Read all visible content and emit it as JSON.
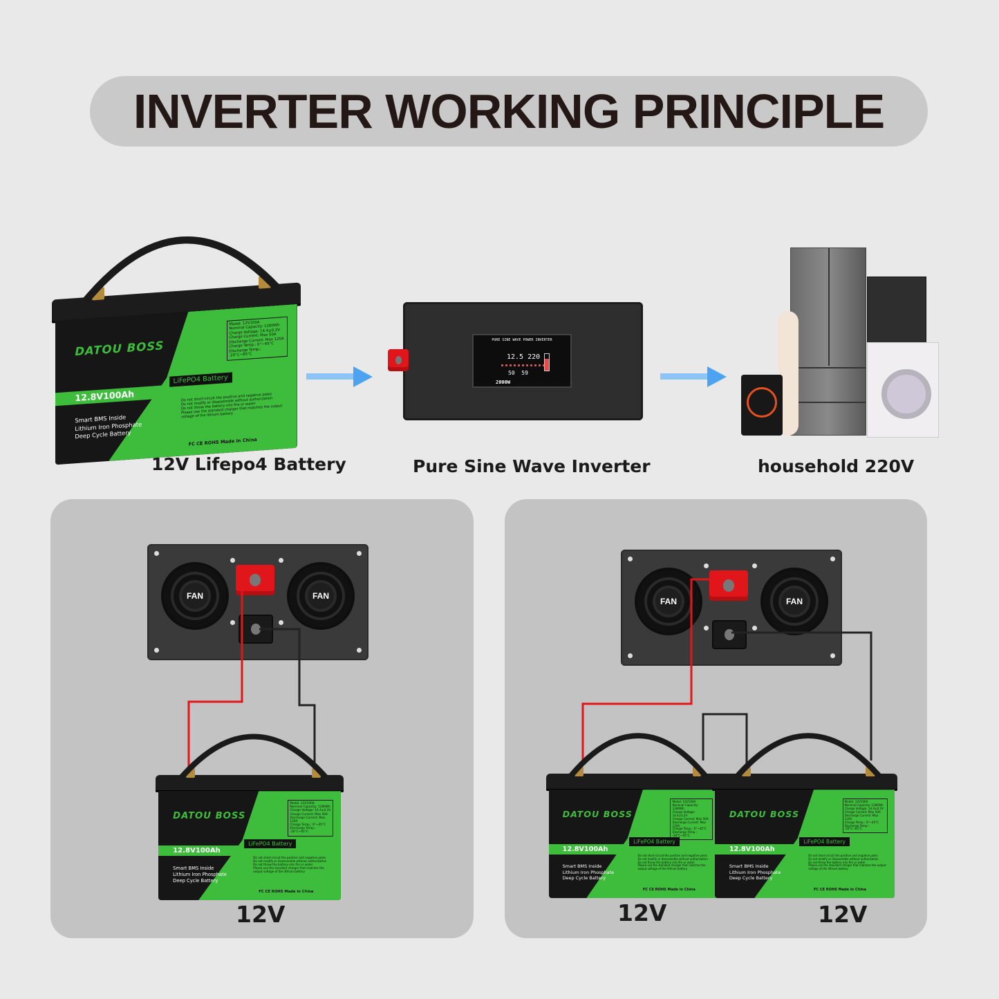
{
  "title": "INVERTER WORKING PRINCIPLE",
  "top_row": {
    "battery_caption": "12V Lifepo4 Battery",
    "inverter_caption": "Pure Sine Wave Inverter",
    "appliances_caption": "household 220V"
  },
  "battery_label": {
    "brand": "DATOU BOSS",
    "capacity": "12.8V100Ah",
    "chemistry": "LiFePO4 Battery",
    "features": [
      "Smart BMS Inside",
      "Lithium Iron Phosphate",
      "Deep Cycle Battery"
    ],
    "specs": [
      "Model: 12V100A",
      "Nominal Capacity: 1280Wh",
      "Charge Voltage: 14.4±0.2V",
      "Charge Current: Max 50A",
      "Discharge Current: Max 120A",
      "Charge Temp.: 0°~45°C",
      "Discharge Temp.: -20°C~65°C"
    ],
    "warnings": [
      "Do not short-circuit the positive and negative poles",
      "Do not modify or disassemble without authorization",
      "Do not throw the battery into fire or water",
      "Please use the standard charger that matches the output voltage of the lithium battery"
    ],
    "certs": "FC CE ROHS",
    "origin": "Made in China"
  },
  "inverter_display": {
    "header": "PURE SINE WAVE POWER INVERTER",
    "input_voltage": "12.5",
    "output_voltage": "220",
    "frequency": "50",
    "temperature": "59",
    "power": "2000W"
  },
  "rear_panel": {
    "fan_label": "FAN"
  },
  "wiring": {
    "single": {
      "label": "12V"
    },
    "parallel": {
      "labels": [
        "12V",
        "12V"
      ]
    }
  },
  "colors": {
    "battery_green": "#3ebd3c",
    "positive_wire": "#e0161b",
    "negative_wire": "#222222",
    "arrow": "#4da3f0"
  }
}
